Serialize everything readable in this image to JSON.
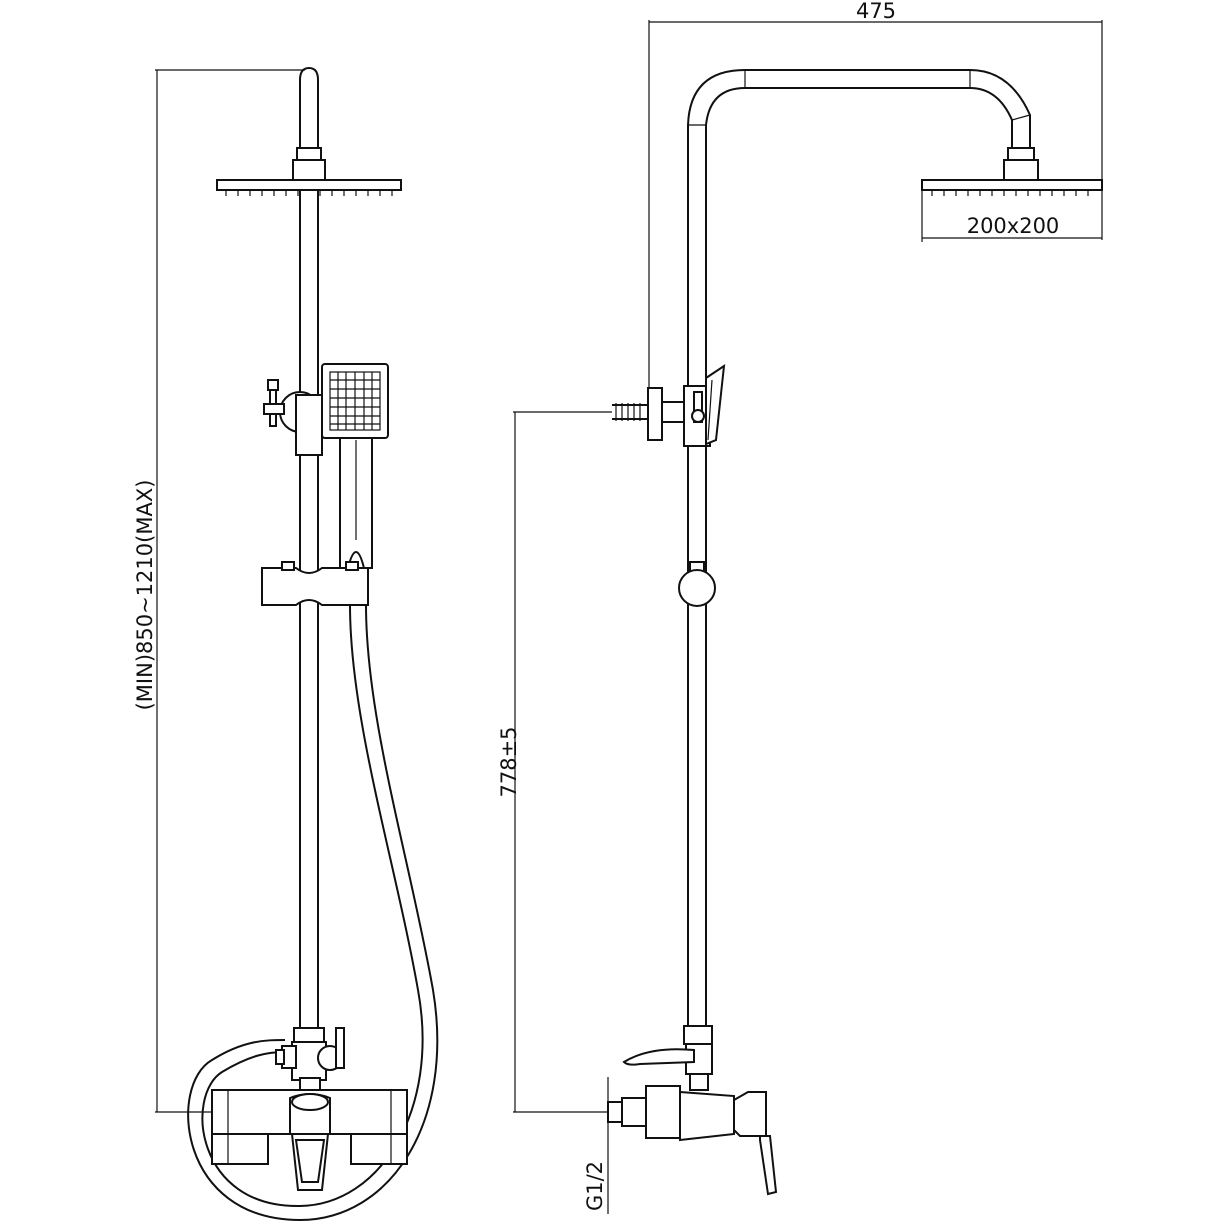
{
  "dimensions": {
    "total_width": "475",
    "head_size": "200x200",
    "height_range": "(MIN)850~1210(MAX)",
    "inlet_height": "778±5",
    "thread": "G1/2"
  },
  "colors": {
    "line": "#111111",
    "background": "#ffffff"
  }
}
